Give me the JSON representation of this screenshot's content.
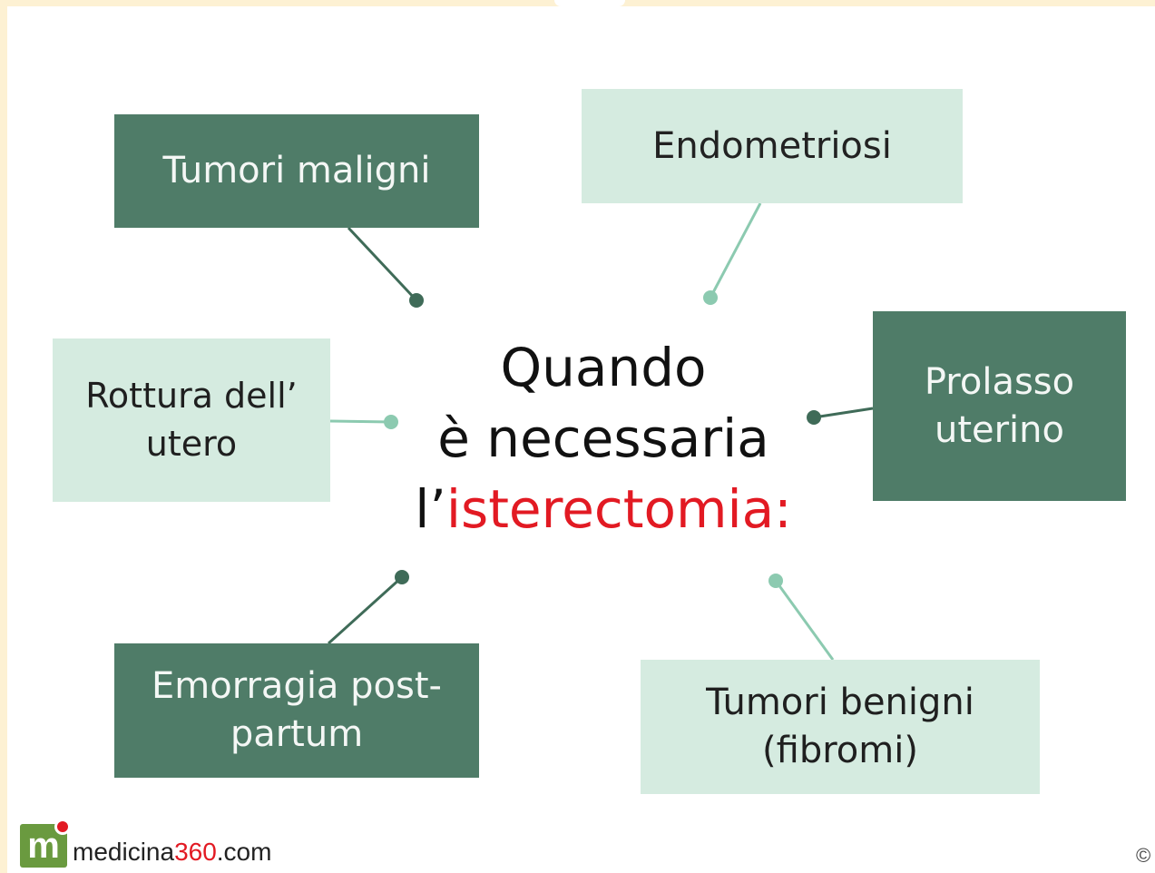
{
  "diagram": {
    "center": {
      "line1": "Quando",
      "line2": "è necessaria",
      "line3_prefix": "l’",
      "line3_highlight": "isterectomia:"
    },
    "nodes": [
      {
        "id": "tumori-maligni",
        "label": "Tumori maligni",
        "style": "dark"
      },
      {
        "id": "endometriosi",
        "label": "Endometriosi",
        "style": "light"
      },
      {
        "id": "rottura-utero",
        "label": "Rottura dell’\nutero",
        "style": "light"
      },
      {
        "id": "prolasso-uterino",
        "label": "Prolasso\nuterino",
        "style": "dark"
      },
      {
        "id": "emorragia",
        "label": "Emorragia post-\npartum",
        "style": "dark"
      },
      {
        "id": "tumori-benigni",
        "label": "Tumori benigni\n(fibromi)",
        "style": "light"
      }
    ],
    "colors": {
      "dark_box": "#4f7c68",
      "light_box": "#d5ebe0",
      "highlight": "#e21a23",
      "dark_link": "#3f6b58",
      "light_link": "#8ccab0"
    }
  },
  "branding": {
    "logo_letter": "m",
    "site_prefix": "medicina",
    "site_number": "360",
    "site_suffix": ".com",
    "copyright": "©"
  }
}
